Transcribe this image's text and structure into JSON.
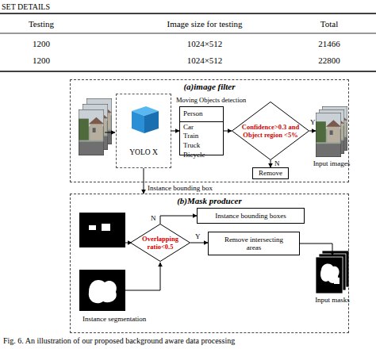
{
  "diagram": {
    "caption": "Fig. 6. An illustration of our proposed background aware data processing",
    "nodes": [
      {
        "text": [
          "(a)image filter"
        ]
      },
      {
        "text": [
          "YOLO X"
        ],
        "in": 0
      },
      {
        "text": [
          "Person",
          "Car Train Truck Bicycle"
        ],
        "in": 0
      },
      {
        "text": [
          "Confidence>0.3 and Object region <5%"
        ],
        "in": 0
      },
      {
        "text": [
          "Remove"
        ],
        "in": 0
      },
      {
        "text": [
          "Input images"
        ],
        "in": 0
      },
      {
        "text": [
          "(b)Mask producer"
        ]
      },
      {
        "text": [
          "Overlapping ratio<0.5"
        ],
        "in": 6
      },
      {
        "text": [
          "Instance bounding boxes"
        ],
        "in": 6
      },
      {
        "text": [
          "Remove intersecting areas"
        ],
        "in": 6
      },
      {
        "text": [
          "Input masks"
        ],
        "in": 6
      }
    ],
    "edges": [
      {
        "from": 1,
        "to": 2,
        "arrow": "to"
      },
      {
        "from": 2,
        "to": 3,
        "arrow": "to"
      },
      {
        "from": 3,
        "to": 5,
        "label": "Y",
        "arrow": "to"
      },
      {
        "from": 3,
        "to": 4,
        "label": "N",
        "arrow": "to"
      },
      {
        "from": 1,
        "to": 6,
        "label": "Instance bounding box",
        "arrow": "to"
      },
      {
        "from": 7,
        "to": 8,
        "label": "N",
        "arrow": "to"
      },
      {
        "from": 7,
        "to": 9,
        "label": "Y",
        "arrow": "to"
      },
      {
        "from": 9,
        "to": 10,
        "arrow": "to"
      }
    ],
    "labels": [
      "SET DETAILS",
      "Testing",
      "Image size for testing",
      "Total",
      "1200",
      "1024×512",
      "21466",
      "1200",
      "1024×512",
      "22800",
      "Moving Objects detection",
      "Instance segmentation"
    ]
  }
}
